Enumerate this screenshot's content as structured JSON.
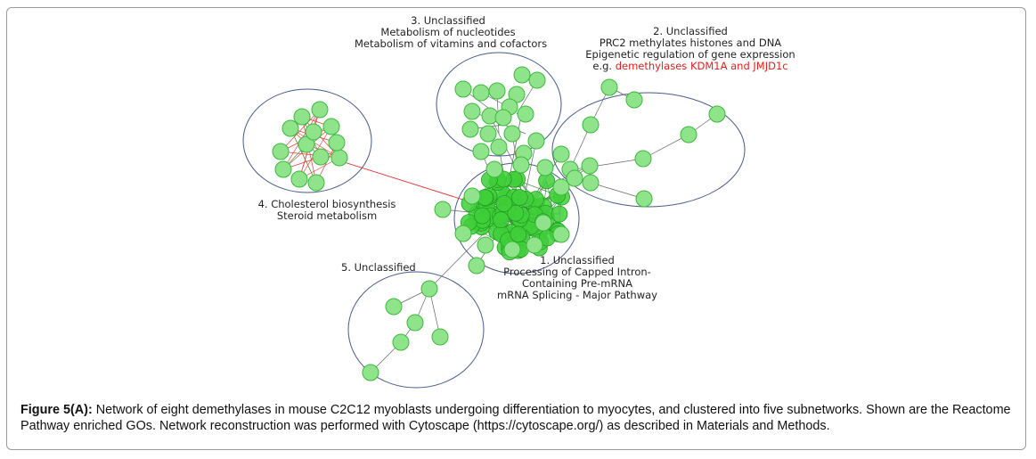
{
  "labels": {
    "cluster3": {
      "title": "3. Unclassified",
      "line1": "Metabolism of nucleotides",
      "line2": "Metabolism of vitamins and cofactors"
    },
    "cluster2": {
      "title": "2. Unclassified",
      "line1": "PRC2 methylates histones and DNA",
      "line2": "Epigenetic regulation of gene expression",
      "eg_prefix": "e.g. ",
      "eg_genes": "demethylases KDM1A and JMJD1c"
    },
    "cluster4": {
      "title": "4. Cholesterol biosynthesis",
      "line1": "Steroid metabolism"
    },
    "cluster1": {
      "title": "1. Unclassified",
      "line1": "Processing of Capped Intron-",
      "line2": "Containing Pre-mRNA",
      "line3": "mRNA Splicing - Major Pathway"
    },
    "cluster5": {
      "title": "5. Unclassified"
    }
  },
  "caption": {
    "figure_label": "Figure 5(A):",
    "text": " Network of eight demethylases in mouse C2C12 myoblasts undergoing differentiation to myocytes, and clustered into five subnetworks. Shown are the Reactome Pathway enriched GOs. Network reconstruction was performed with Cytoscape (https://cytoscape.org/) as described in Materials and Methods."
  },
  "colors": {
    "node_fill": "#8fe38a",
    "node_stroke": "#3cb83c",
    "edge": "#555555",
    "cholesterol_edge": "#e03030",
    "cluster_outline": "#4a5a8a",
    "highlight_text": "#e02020"
  }
}
